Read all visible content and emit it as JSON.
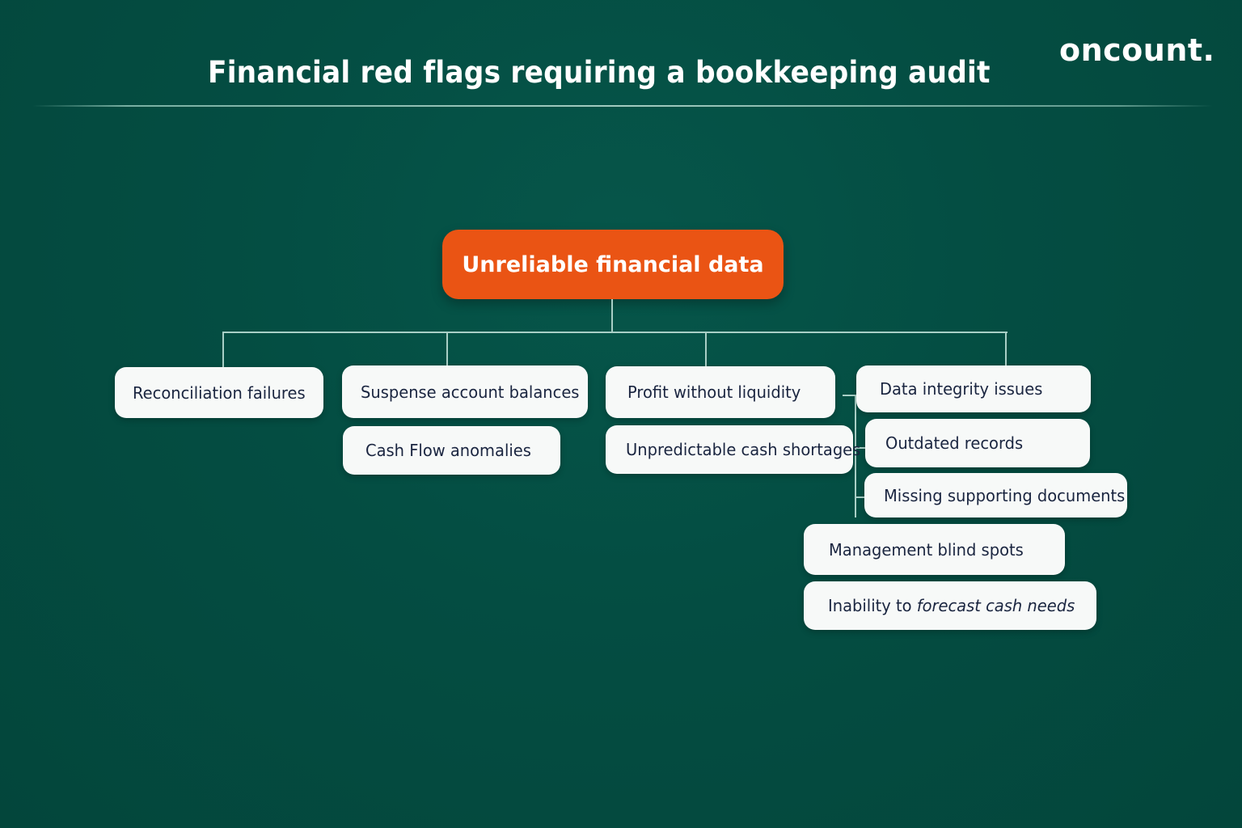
{
  "header": {
    "title": "Financial red flags requiring a bookkeeping audit",
    "logo": "oncount."
  },
  "colors": {
    "background": "#044d42",
    "root_node": "#ea5414",
    "card": "#f7f9f8",
    "card_text": "#1a2540",
    "connector": "#a9cfc6"
  },
  "diagram": {
    "root": {
      "label": "Unreliable financial data"
    },
    "branches": [
      {
        "label": "Reconciliation failures"
      },
      {
        "label": "Suspense account balances",
        "children": [
          {
            "label": "Cash Flow anomalies"
          }
        ]
      },
      {
        "label": "Profit without liquidity",
        "children": [
          {
            "label": "Unpredictable cash shortages"
          }
        ]
      },
      {
        "label": "Data integrity issues",
        "children": [
          {
            "label": "Outdated records"
          },
          {
            "label": "Missing supporting documents"
          },
          {
            "label": "Management blind spots"
          },
          {
            "label": "Inability to forecast cash needs",
            "prefix": "Inability to ",
            "italic": "forecast cash needs"
          }
        ]
      }
    ]
  }
}
